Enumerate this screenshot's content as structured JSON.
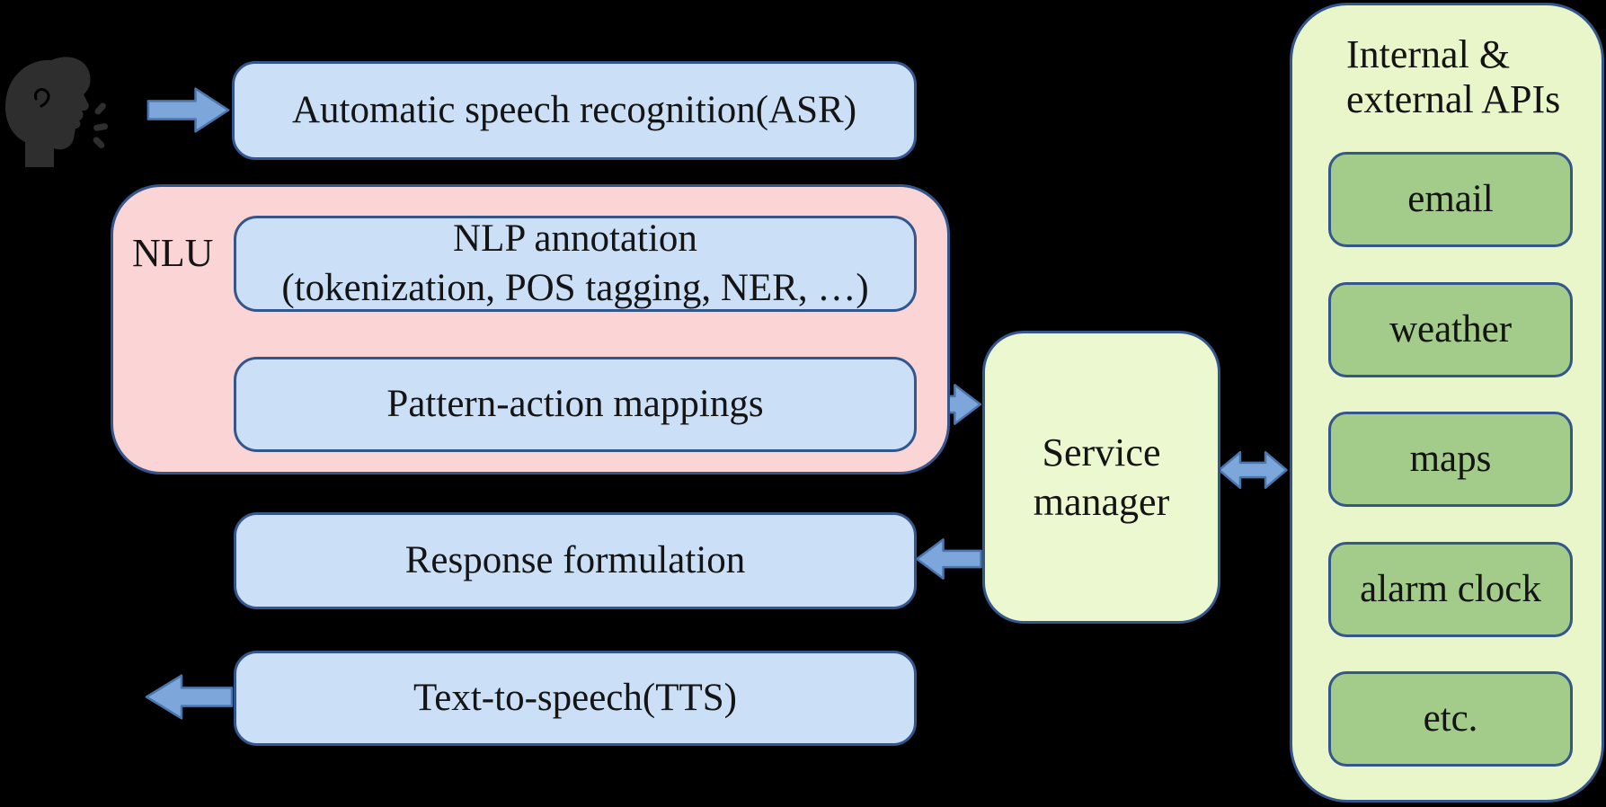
{
  "diagram": {
    "asr_label": "Automatic speech recognition(ASR)",
    "nlu_label": "NLU",
    "nlp_line1": "NLP annotation",
    "nlp_line2": "(tokenization, POS tagging, NER, …)",
    "pattern_label": "Pattern-action mappings",
    "response_label": "Response formulation",
    "tts_label": "Text-to-speech(TTS)",
    "service_line1": "Service",
    "service_line2": "manager",
    "api_title_line1": "Internal &",
    "api_title_line2": "external APIs",
    "api_items": [
      "email",
      "weather",
      "maps",
      "alarm clock",
      "etc."
    ]
  },
  "icons": {
    "speaking_person": "speaking-person-icon",
    "arrows": [
      "speech-input-arrow",
      "pattern-to-service-arrow",
      "service-to-response-arrow",
      "tts-output-arrow",
      "service-api-double-arrow"
    ]
  },
  "colors": {
    "background": "#000000",
    "process_box_fill": "#cbdff6",
    "nlu_group_fill": "#fbd5d5",
    "service_manager_fill": "#ecf8d0",
    "api_panel_fill": "#e9f6c9",
    "api_item_fill": "#a3cb8a",
    "border": "#33568c",
    "arrow_fill": "#7da7db",
    "arrow_stroke": "#4a76ad",
    "person_icon": "#2e2e2e",
    "text": "#141414"
  }
}
